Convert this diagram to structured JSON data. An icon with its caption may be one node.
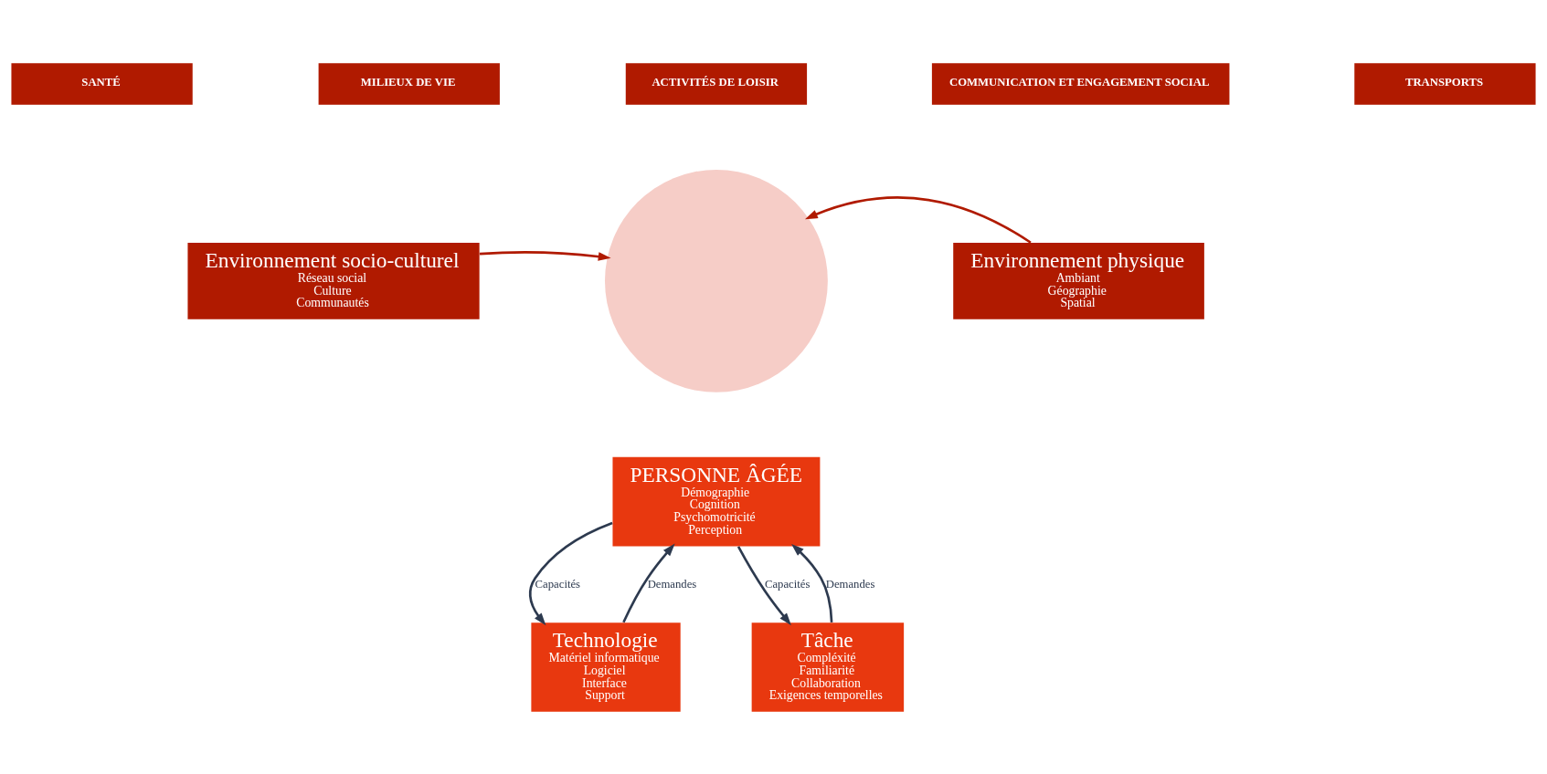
{
  "diagram": {
    "nodes": [
      {
        "text": [
          "SANTÉ"
        ]
      },
      {
        "text": [
          "MILIEUX DE VIE"
        ]
      },
      {
        "text": [
          "ACTIVITÉS DE LOISIR"
        ]
      },
      {
        "text": [
          "COMMUNICATION ET ENGAGEMENT SOCIAL"
        ]
      },
      {
        "text": [
          "TRANSPORTS"
        ]
      },
      {
        "text": [
          "Environnement socio-culturel",
          "Réseau social",
          "Culture",
          "Communautés"
        ]
      },
      {
        "text": [],
        "shape": "circle"
      },
      {
        "text": [
          "Environnement physique",
          "Ambiant",
          "Géographie",
          "Spatial"
        ]
      },
      {
        "text": [
          "PERSONNE ÂGÉE",
          "Démographie",
          "Cognition",
          "Psychomotricité",
          "Perception"
        ]
      },
      {
        "text": [
          "Technologie",
          "Matériel informatique",
          "Logiciel",
          "Interface",
          "Support"
        ]
      },
      {
        "text": [
          "Tâche",
          "Compléxité",
          "Familiarité",
          "Collaboration",
          "Exigences temporelles"
        ]
      }
    ],
    "edges": [
      {
        "from": 5,
        "to": 6,
        "arrow": "to",
        "color": "#b01a00"
      },
      {
        "from": 7,
        "to": 6,
        "arrow": "to",
        "color": "#b01a00"
      },
      {
        "from": 8,
        "to": 9,
        "arrow": "to",
        "label": "Capacités"
      },
      {
        "from": 9,
        "to": 8,
        "arrow": "to",
        "label": "Demandes"
      },
      {
        "from": 8,
        "to": 10,
        "arrow": "to",
        "label": "Capacités"
      },
      {
        "from": 10,
        "to": 8,
        "arrow": "to",
        "label": "Demandes"
      }
    ]
  }
}
